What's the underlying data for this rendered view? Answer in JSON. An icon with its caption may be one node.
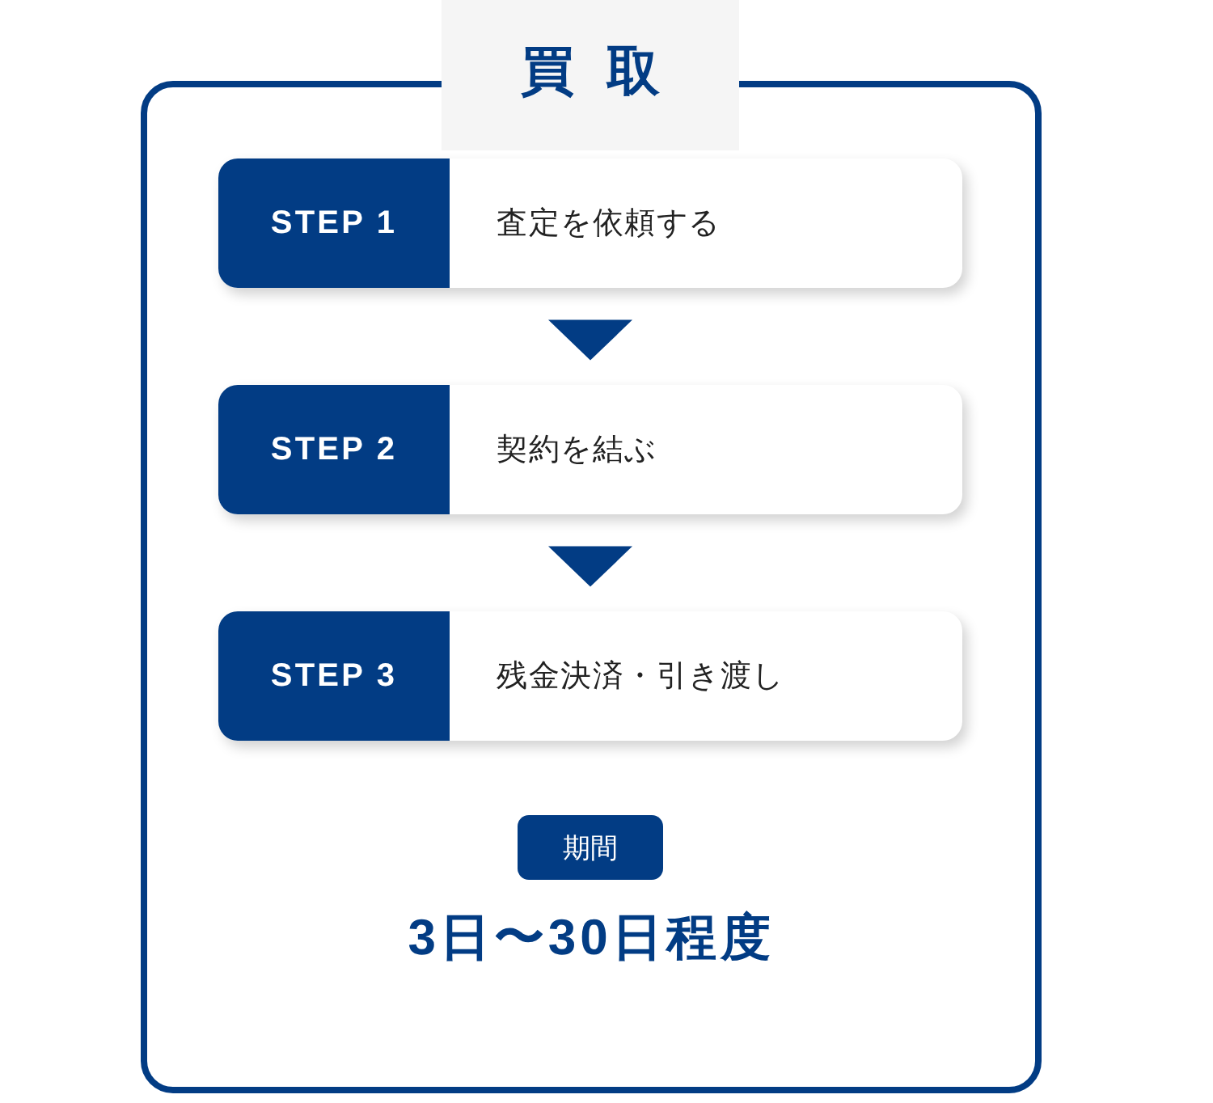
{
  "diagram": {
    "nodes": [
      {
        "text": [
          "買取"
        ]
      },
      {
        "text": [
          "STEP 1",
          "査定を依頼する"
        ],
        "in": 0
      },
      {
        "text": [
          "STEP 2",
          "契約を結ぶ"
        ],
        "in": 0
      },
      {
        "text": [
          "STEP 3",
          "残金決済・引き渡し"
        ],
        "in": 0
      },
      {
        "text": [
          "期間"
        ],
        "in": 0
      }
    ],
    "edges": [
      {
        "from": 1,
        "to": 2,
        "arrow": "to"
      },
      {
        "from": 2,
        "to": 3,
        "arrow": "to"
      }
    ],
    "labels": [
      "3日〜30日程度"
    ]
  }
}
